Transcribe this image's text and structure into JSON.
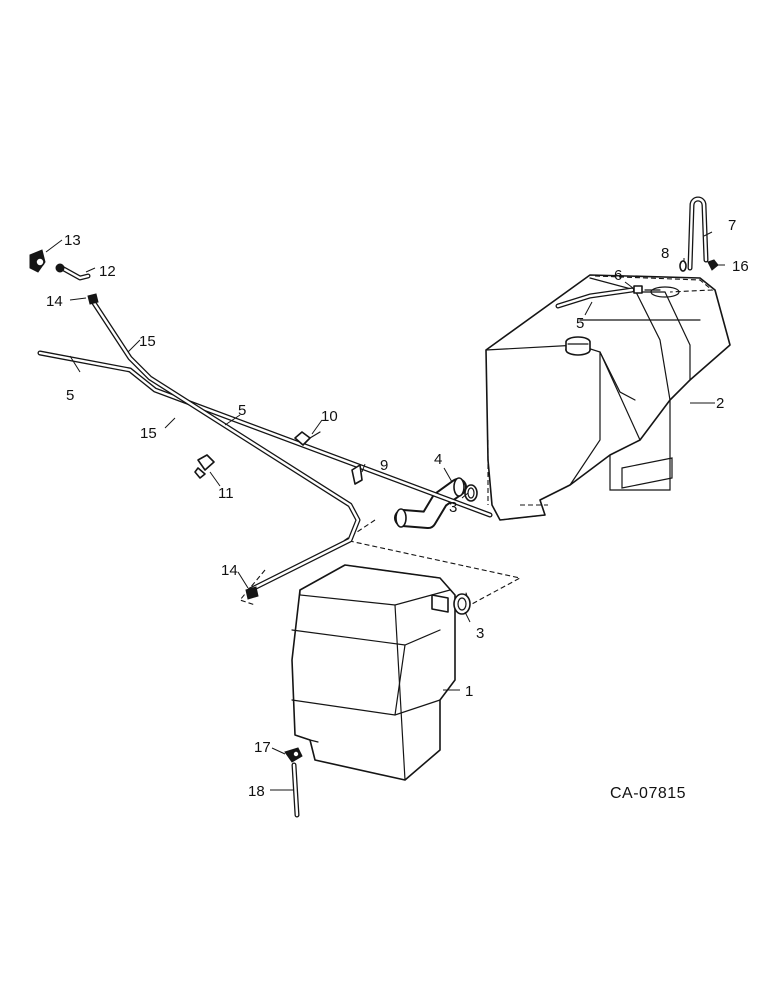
{
  "drawing_code": "CA-07815",
  "callouts": {
    "c1": "1",
    "c2": "2",
    "c3a": "3",
    "c3b": "3",
    "c4": "4",
    "c5a": "5",
    "c5b": "5",
    "c5c": "5",
    "c6": "6",
    "c7": "7",
    "c8": "8",
    "c9": "9",
    "c10": "10",
    "c11": "11",
    "c12": "12",
    "c13": "13",
    "c14a": "14",
    "c14b": "14",
    "c15a": "15",
    "c15b": "15",
    "c16": "16",
    "c17": "17",
    "c18": "18"
  }
}
